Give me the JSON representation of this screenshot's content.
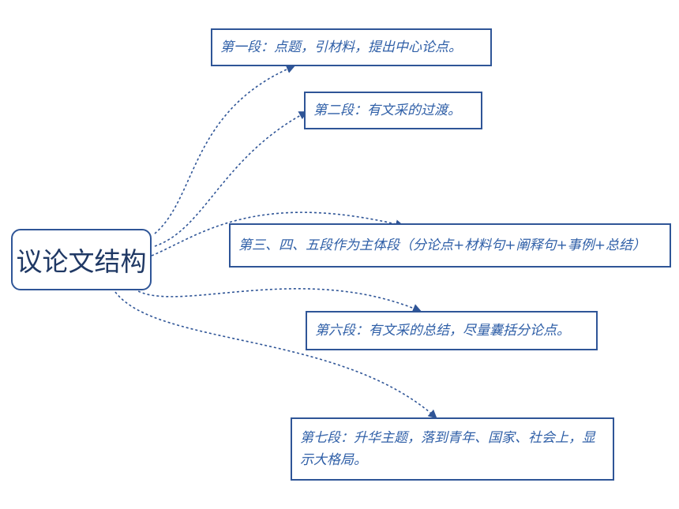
{
  "root": {
    "label": "议论文结构"
  },
  "nodes": [
    {
      "label": "第一段：点题，引材料，提出中心论点。"
    },
    {
      "label": "第二段：有文采的过渡。"
    },
    {
      "label": "第三、四、五段作为主体段（分论点+材料句+阐释句+事例+总结）"
    },
    {
      "label": "第六段：有文采的总结，尽量囊括分论点。"
    },
    {
      "label": "第七段：升华主题，落到青年、国家、社会上，显示大格局。"
    }
  ],
  "colors": {
    "border": "#2f5597",
    "node_text": "#2f5fa7",
    "root_text": "#1f3864",
    "connector": "#2f5597"
  }
}
